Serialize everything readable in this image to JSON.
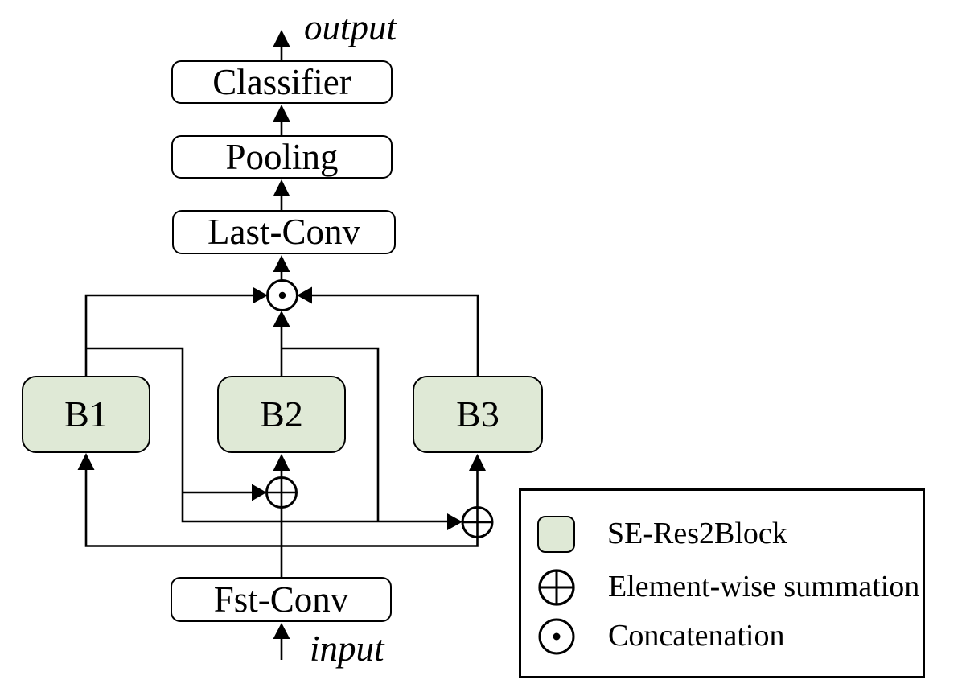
{
  "colors": {
    "block_fill": "#dfe9d6",
    "line": "#000000",
    "background": "#ffffff"
  },
  "diagram": {
    "io": {
      "output": "output",
      "input": "input"
    },
    "nodes": {
      "classifier": "Classifier",
      "pooling": "Pooling",
      "last_conv": "Last-Conv",
      "b1": "B1",
      "b2": "B2",
      "b3": "B3",
      "fst_conv": "Fst-Conv"
    },
    "operators": {
      "summation": "element-wise summation (circle with plus)",
      "concatenation": "concatenation (circle with dot)"
    },
    "edges": [
      {
        "from": "input",
        "to": "Fst-Conv"
      },
      {
        "from": "Fst-Conv",
        "to": "B1"
      },
      {
        "from": "Fst-Conv",
        "to": "sum-before-B2"
      },
      {
        "from": "Fst-Conv",
        "to": "sum-before-B3"
      },
      {
        "from": "B1",
        "to": "concatenation"
      },
      {
        "from": "B1",
        "to": "sum-before-B2"
      },
      {
        "from": "B1",
        "to": "sum-before-B3"
      },
      {
        "from": "sum-before-B2",
        "to": "B2"
      },
      {
        "from": "B2",
        "to": "concatenation"
      },
      {
        "from": "B2",
        "to": "sum-before-B3"
      },
      {
        "from": "sum-before-B3",
        "to": "B3"
      },
      {
        "from": "B3",
        "to": "concatenation"
      },
      {
        "from": "concatenation",
        "to": "Last-Conv"
      },
      {
        "from": "Last-Conv",
        "to": "Pooling"
      },
      {
        "from": "Pooling",
        "to": "Classifier"
      },
      {
        "from": "Classifier",
        "to": "output"
      }
    ]
  },
  "legend": {
    "items": [
      {
        "icon": "se-res2block-swatch",
        "label": "SE-Res2Block"
      },
      {
        "icon": "summation-icon",
        "label": "Element-wise summation"
      },
      {
        "icon": "concatenation-icon",
        "label": "Concatenation"
      }
    ]
  }
}
